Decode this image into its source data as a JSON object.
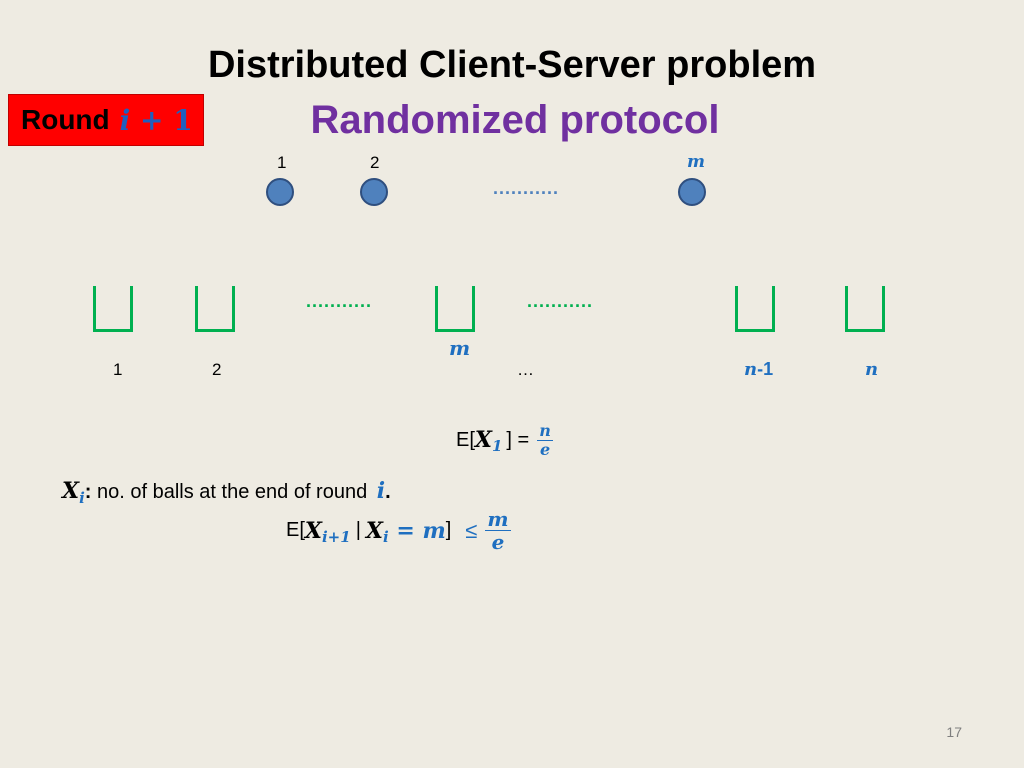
{
  "slide": {
    "title": "Distributed Client-Server problem",
    "subtitle": "Randomized protocol",
    "round": {
      "label": "Round",
      "var": "i",
      "op": "+",
      "num": "1"
    },
    "balls": {
      "label_1": "1",
      "label_2": "2",
      "label_m": "m",
      "dots": "..........."
    },
    "bins": {
      "dots_left": "...........",
      "dots_right": "...........",
      "label_1": "1",
      "label_2": "2",
      "label_m": "m",
      "ellipsis": "…",
      "label_n_minus_1_var": "n",
      "label_n_minus_1_suffix": "-1",
      "label_n": "n"
    },
    "eq1": {
      "prefix": "E[",
      "var": "X",
      "sub": "1",
      "suffix": " ] =",
      "num": "n",
      "den": "e"
    },
    "definition": {
      "var": "X",
      "sub": "i",
      "colon": ":",
      "text": " no. of balls at the end of round ",
      "round_var": "i",
      "period": "."
    },
    "eq2": {
      "prefix": "E[",
      "var1": "X",
      "sub1": "i+1",
      "bar": "|",
      "var2": "X",
      "sub2": "i",
      "eqtext": " = m",
      "suffix": "]",
      "leq": "≤",
      "num": "m",
      "den": "e"
    },
    "page_number": "17"
  }
}
